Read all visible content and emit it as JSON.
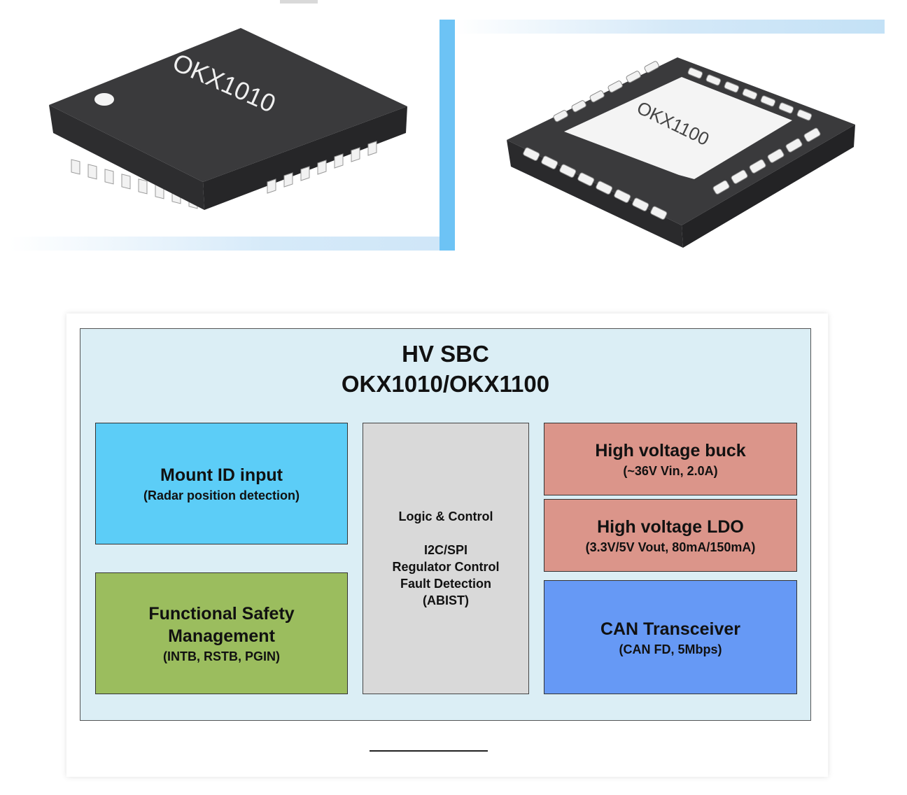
{
  "photos": {
    "left_chip": {
      "marking": "OKX1010",
      "body_color": "#3a3a3c",
      "pin_color": "#f2f2f2"
    },
    "right_chip": {
      "marking": "OKX1100",
      "body_color": "#3a3a3c",
      "pad_color": "#f4f4f4",
      "pin_color": "#f2f2f2"
    },
    "accent_color": "#6dc3f5"
  },
  "diagram": {
    "title_line1": "HV SBC",
    "title_line2": "OKX1010/OKX1100",
    "blocks": {
      "mount": {
        "title": "Mount ID input",
        "subtitle": "(Radar position detection)",
        "color": "#5ccdf7"
      },
      "safety": {
        "title_line1": "Functional Safety",
        "title_line2": "Management",
        "subtitle": "(INTB,  RSTB, PGIN)",
        "color": "#9bbd5e"
      },
      "logic": {
        "line1": "Logic & Control",
        "line2": "I2C/SPI",
        "line3": "Regulator Control",
        "line4": "Fault Detection",
        "line5": "(ABIST)",
        "color": "#d9d9d9"
      },
      "buck": {
        "title": "High voltage buck",
        "subtitle": "(~36V Vin, 2.0A)",
        "color": "#db958a"
      },
      "ldo": {
        "title": "High voltage LDO",
        "subtitle": "(3.3V/5V Vout, 80mA/150mA)",
        "color": "#db958a"
      },
      "can": {
        "title": "CAN Transceiver",
        "subtitle": "(CAN FD, 5Mbps)",
        "color": "#6699f5"
      }
    },
    "background_color": "#dbeef5"
  }
}
